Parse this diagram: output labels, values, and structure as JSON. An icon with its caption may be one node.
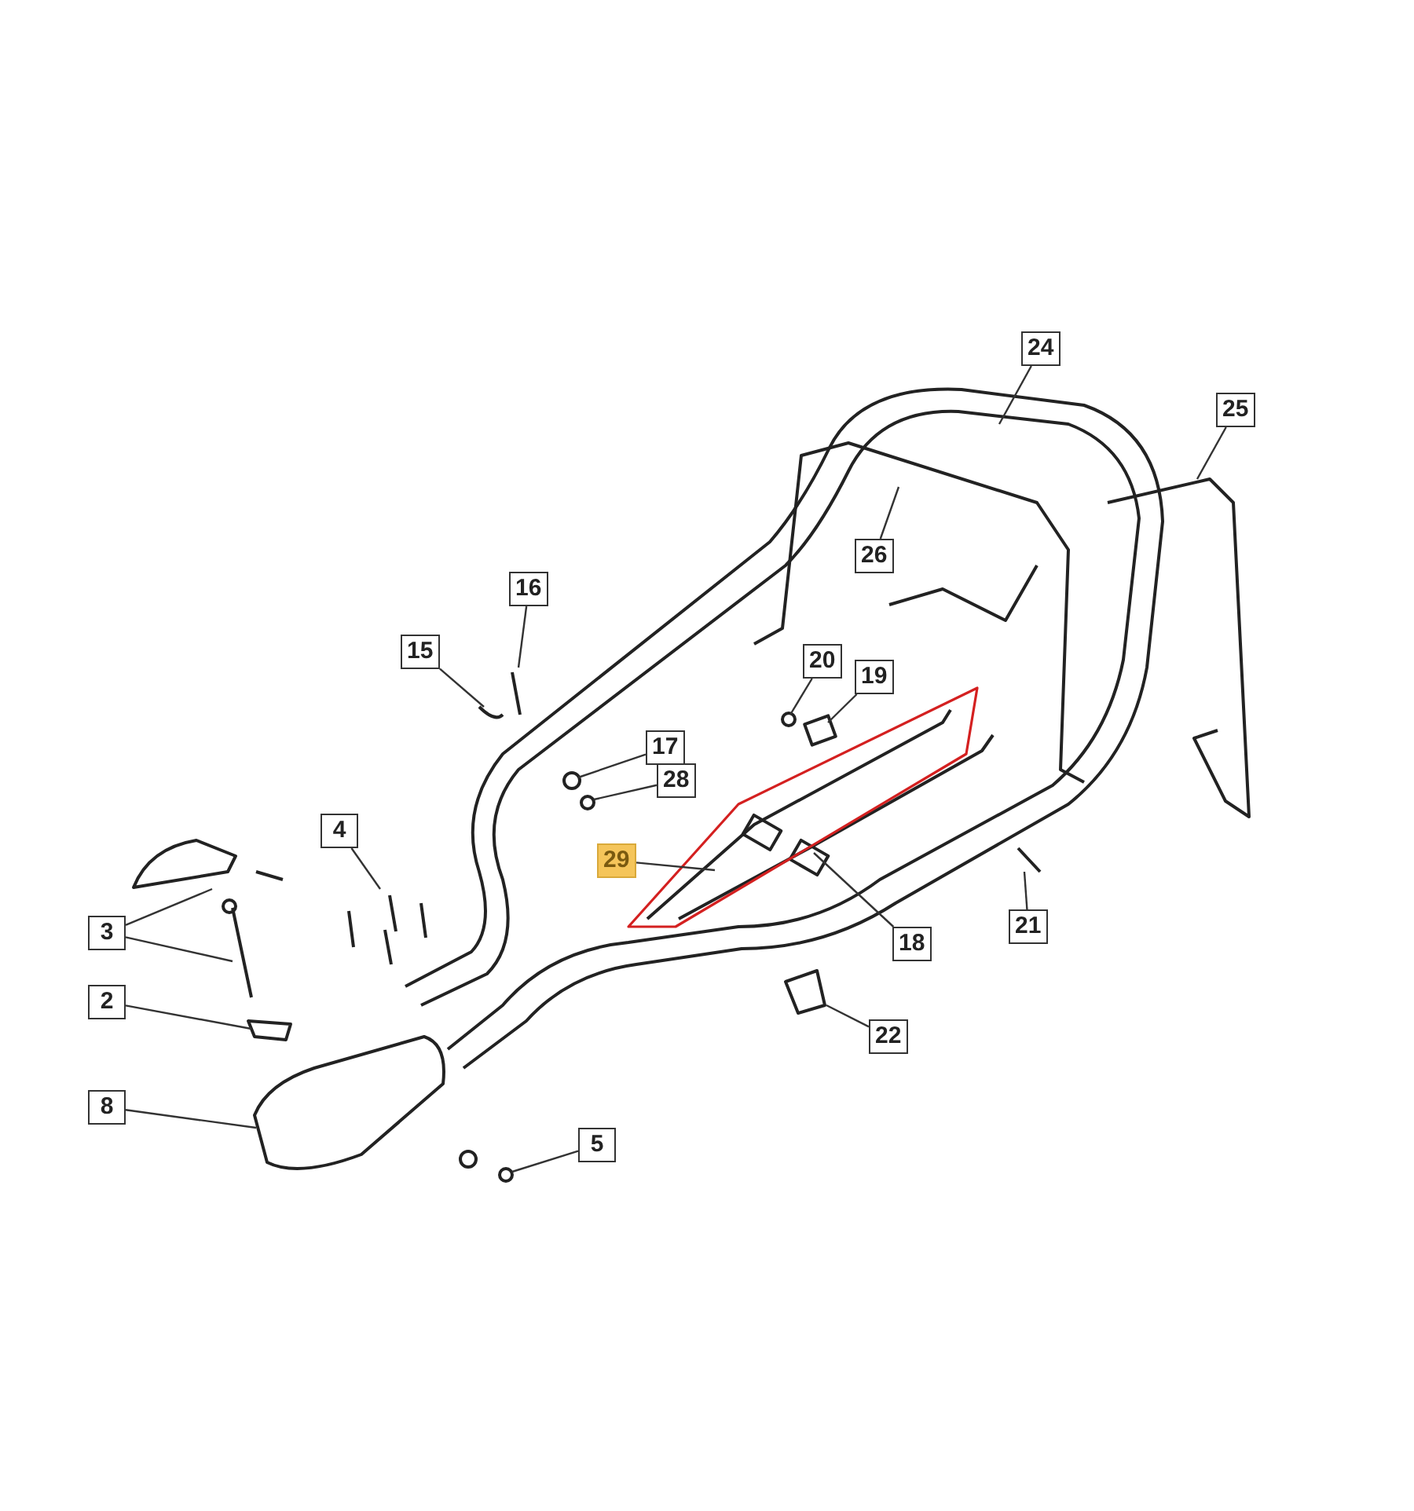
{
  "diagram": {
    "nodes": [
      {
        "text": [
          "24"
        ]
      },
      {
        "text": [
          "25"
        ]
      },
      {
        "text": [
          "26"
        ]
      },
      {
        "text": [
          "16"
        ]
      },
      {
        "text": [
          "15"
        ]
      },
      {
        "text": [
          "20"
        ]
      },
      {
        "text": [
          "19"
        ]
      },
      {
        "text": [
          "17"
        ]
      },
      {
        "text": [
          "28"
        ]
      },
      {
        "text": [
          "4"
        ]
      },
      {
        "text": [
          "29"
        ]
      },
      {
        "text": [
          "3"
        ]
      },
      {
        "text": [
          "18"
        ]
      },
      {
        "text": [
          "21"
        ]
      },
      {
        "text": [
          "2"
        ]
      },
      {
        "text": [
          "22"
        ]
      },
      {
        "text": [
          "8"
        ]
      },
      {
        "text": [
          "5"
        ]
      }
    ],
    "edges": [
      {
        "from": 0,
        "to": null,
        "arrow": "none"
      },
      {
        "from": 1,
        "to": null,
        "arrow": "none"
      },
      {
        "from": 2,
        "to": null,
        "arrow": "none"
      },
      {
        "from": 3,
        "to": null,
        "arrow": "none"
      },
      {
        "from": 4,
        "to": null,
        "arrow": "none"
      },
      {
        "from": 5,
        "to": null,
        "arrow": "none"
      },
      {
        "from": 6,
        "to": null,
        "arrow": "none"
      },
      {
        "from": 7,
        "to": null,
        "arrow": "none"
      },
      {
        "from": 8,
        "to": null,
        "arrow": "none"
      },
      {
        "from": 9,
        "to": null,
        "arrow": "none"
      },
      {
        "from": 10,
        "to": null,
        "arrow": "none"
      },
      {
        "from": 11,
        "to": null,
        "arrow": "none"
      },
      {
        "from": 11,
        "to": null,
        "arrow": "none"
      },
      {
        "from": 12,
        "to": null,
        "arrow": "none"
      },
      {
        "from": 13,
        "to": null,
        "arrow": "none"
      },
      {
        "from": 14,
        "to": null,
        "arrow": "none"
      },
      {
        "from": 15,
        "to": null,
        "arrow": "none"
      },
      {
        "from": 16,
        "to": null,
        "arrow": "none"
      },
      {
        "from": 17,
        "to": null,
        "arrow": "none"
      }
    ]
  }
}
